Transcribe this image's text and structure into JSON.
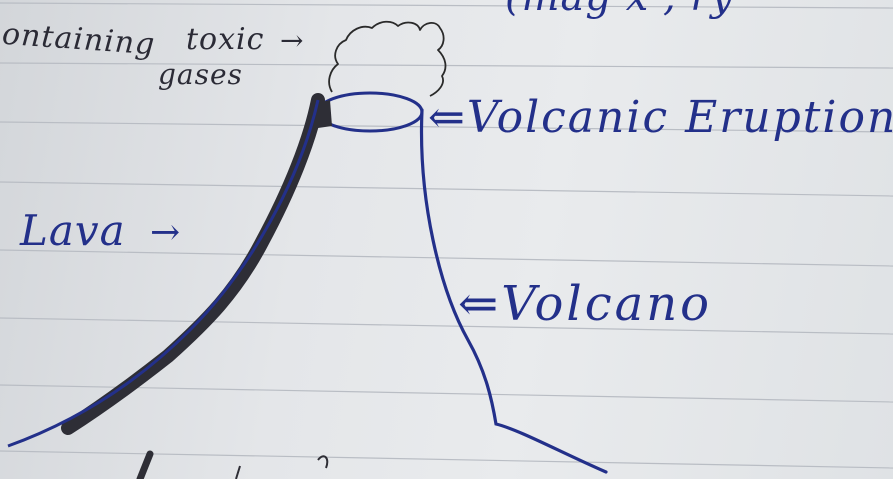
{
  "labels": {
    "toxic_prefix": "ontaining",
    "toxic_word": "toxic",
    "gases_word": "gases",
    "toxic_arrow": "→",
    "lava": "Lava",
    "lava_arrow": "→",
    "eruption": "⇐Volcanic Eruption",
    "volcano": "⇐Volcano",
    "top_fragment": "(mag   x , ry"
  },
  "colors": {
    "paper": "#e6e8eb",
    "rule_line": "#b9bdc4",
    "blue_ink": "#23308a",
    "lava_ink": "#2e2e36",
    "pencil": "#2a2a2a"
  }
}
